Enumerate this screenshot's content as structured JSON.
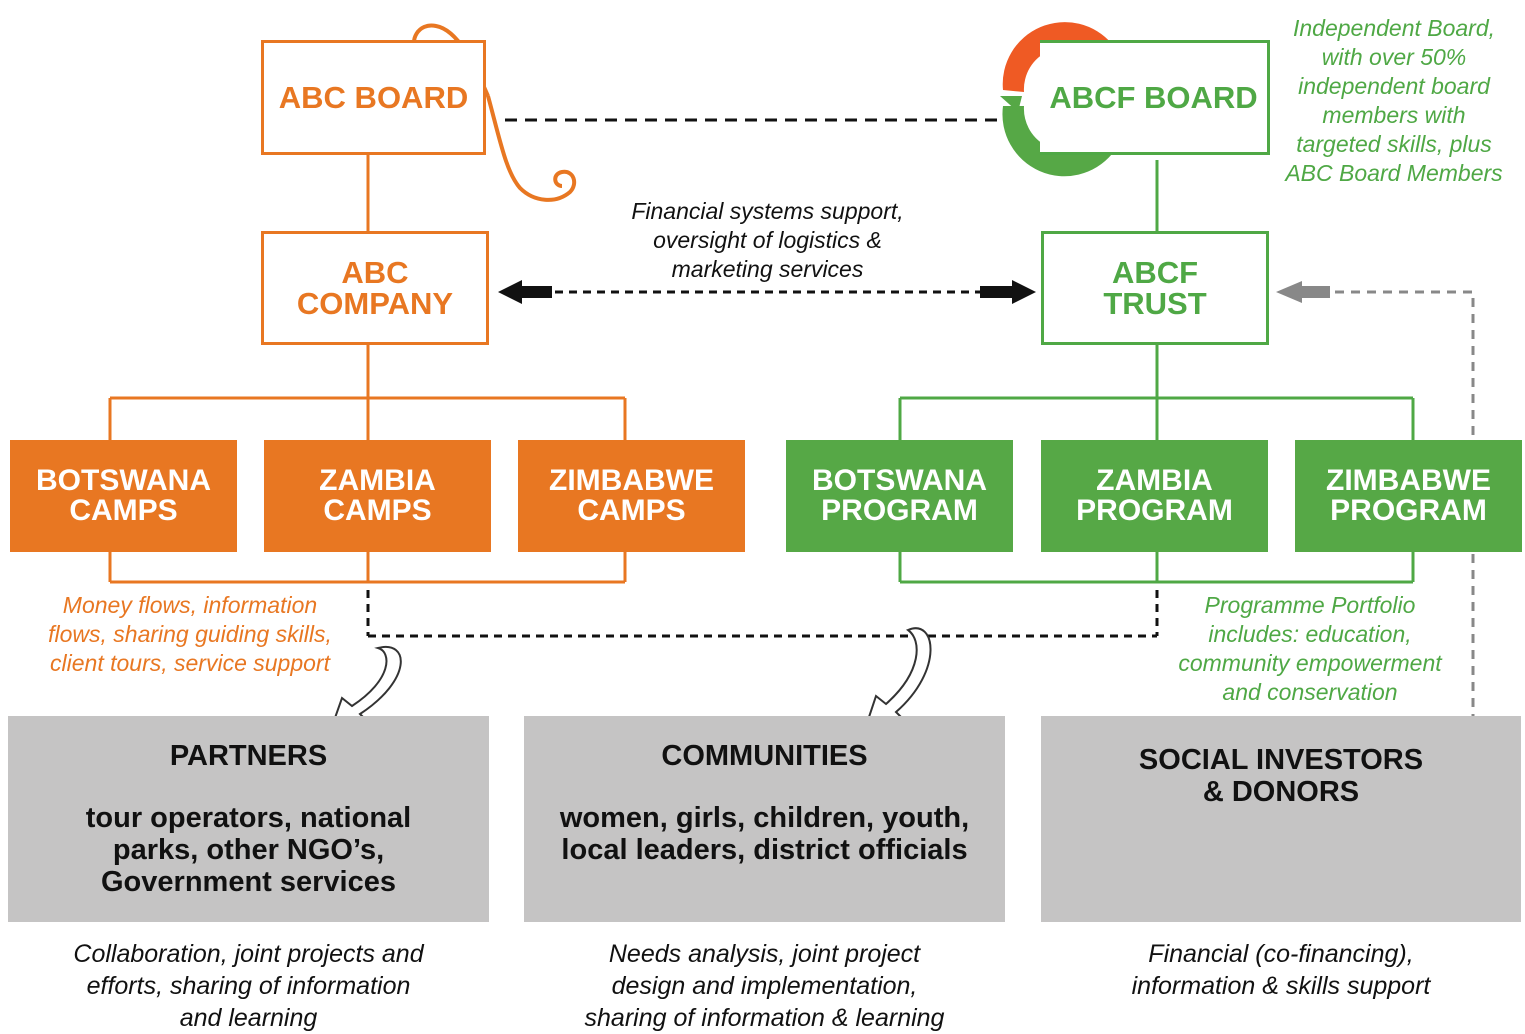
{
  "nodes": {
    "abc_board": "ABC BOARD",
    "abcf_board": "ABCF BOARD",
    "abc_company": [
      "ABC",
      "COMPANY"
    ],
    "abcf_trust": [
      "ABCF",
      "TRUST"
    ],
    "camps": [
      [
        "BOTSWANA",
        "CAMPS"
      ],
      [
        "ZAMBIA",
        "CAMPS"
      ],
      [
        "ZIMBABWE",
        "CAMPS"
      ]
    ],
    "programs": [
      [
        "BOTSWANA",
        "PROGRAM"
      ],
      [
        "ZAMBIA",
        "PROGRAM"
      ],
      [
        "ZIMBABWE",
        "PROGRAM"
      ]
    ]
  },
  "notes": {
    "independent_board": [
      "Independent Board,",
      "with over 50%",
      "independent board",
      "members with",
      "targeted skills, plus",
      "ABC Board Members"
    ],
    "financial_support": [
      "Financial systems support,",
      "oversight of logistics &",
      "marketing services"
    ],
    "money_flows": [
      "Money flows, information",
      "flows, sharing guiding skills,",
      "client tours, service support"
    ],
    "programme_portfolio": [
      "Programme Portfolio",
      "includes: education,",
      "community empowerment",
      "and conservation"
    ]
  },
  "stakeholders": [
    {
      "title": [
        "PARTNERS"
      ],
      "body": [
        "tour operators, national",
        "parks, other NGO’s,",
        "Government services"
      ],
      "caption": [
        "Collaboration, joint projects and",
        "efforts, sharing of information",
        "and learning"
      ]
    },
    {
      "title": [
        "COMMUNITIES"
      ],
      "body": [
        "women, girls, children, youth,",
        "local leaders, district officials"
      ],
      "caption": [
        "Needs analysis, joint project",
        "design and implementation,",
        "sharing of information & learning"
      ]
    },
    {
      "title": [
        "SOCIAL INVESTORS",
        "& DONORS"
      ],
      "body": [],
      "caption": [
        "Financial (co-financing),",
        "information & skills support"
      ]
    }
  ],
  "colors": {
    "orange": "#e87722",
    "green": "#56a846",
    "grey": "#c5c4c4"
  },
  "icons": [
    "elephant-trunk-icon",
    "abcf-logo-icon",
    "curved-arrow-icon"
  ]
}
